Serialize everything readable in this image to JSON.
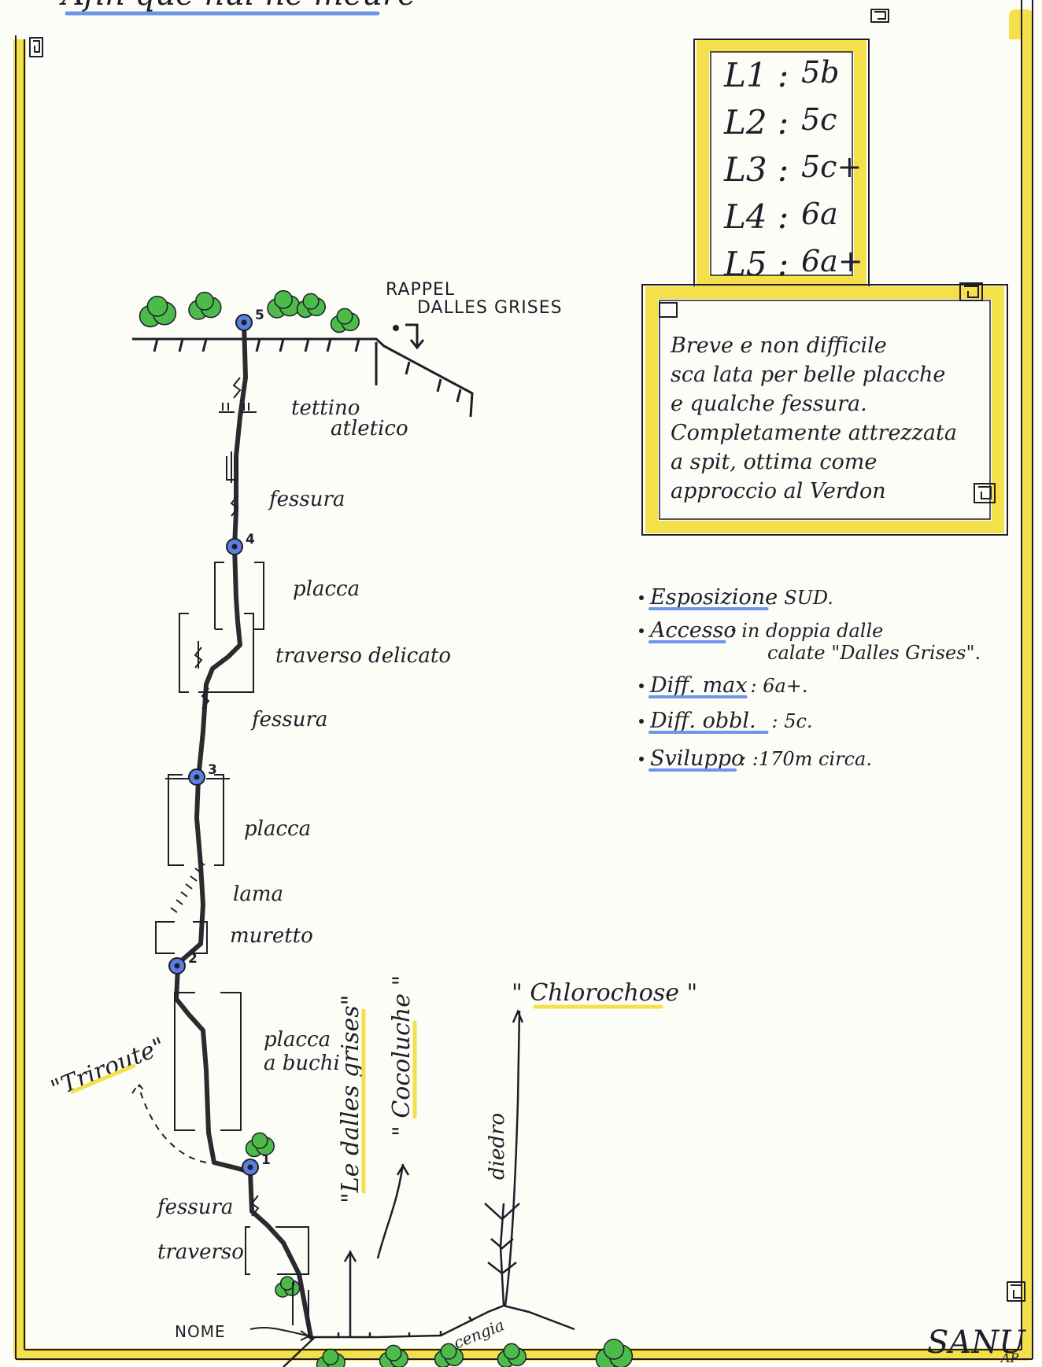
{
  "title": "\"Afin que nul ne meure\"",
  "grades": [
    {
      "pitch": "L1",
      "grade": "5b"
    },
    {
      "pitch": "L2",
      "grade": "5c"
    },
    {
      "pitch": "L3",
      "grade": "5c+"
    },
    {
      "pitch": "L4",
      "grade": "6a"
    },
    {
      "pitch": "L5",
      "grade": "6a+"
    }
  ],
  "description": [
    "Breve e non difficile",
    "sca lata per belle placche",
    "e qualche fessura.",
    "Completamente attrezzata",
    "a spit, ottima come",
    "approccio al Verdon"
  ],
  "info": [
    {
      "key": "Esposizione",
      "value": ": SUD."
    },
    {
      "key": "Accesso",
      "value": ": in doppia dalle"
    },
    {
      "key": "",
      "value": "calate \"Dalles Grises\"."
    },
    {
      "key": "Diff. max",
      "value": ": 6a+."
    },
    {
      "key": "Diff. obbl.",
      "value": ": 5c."
    },
    {
      "key": "Sviluppo",
      "value": ": :170m circa."
    }
  ],
  "belays": [
    "1",
    "2",
    "3",
    "4",
    "5"
  ],
  "topo_labels": {
    "rappel_1": "RAPPEL",
    "rappel_2": "DALLES GRISES",
    "tettino_1": "tettino",
    "tettino_2": "atletico",
    "fessura_top": "fessura",
    "placca_top": "placca",
    "traverso_delicato": "traverso delicato",
    "fessura_mid": "fessura",
    "placca_mid": "placca",
    "lama": "lama",
    "muretto": "muretto",
    "placca_buchi_1": "placca",
    "placca_buchi_2": "a buchi",
    "fessura_low": "fessura",
    "traverso_low": "traverso",
    "nome": "NOME",
    "cengia": "cengia",
    "diedro": "diedro"
  },
  "routes": {
    "triroute": "\"Triroute\"",
    "dalles_grises": "\"Le dalles grises\"",
    "cocoluche": "\" Cocoluche \"",
    "chlorochose": "\" Chlorochose \""
  },
  "signature": "SANU",
  "signature_small": "AP",
  "colors": {
    "frame_yellow": "#f4e04a",
    "belay_blue": "#5a7fe0",
    "tree_green": "#4dbb4a",
    "ink": "#1e1e2a",
    "underline_blue": "#6f95e8"
  }
}
